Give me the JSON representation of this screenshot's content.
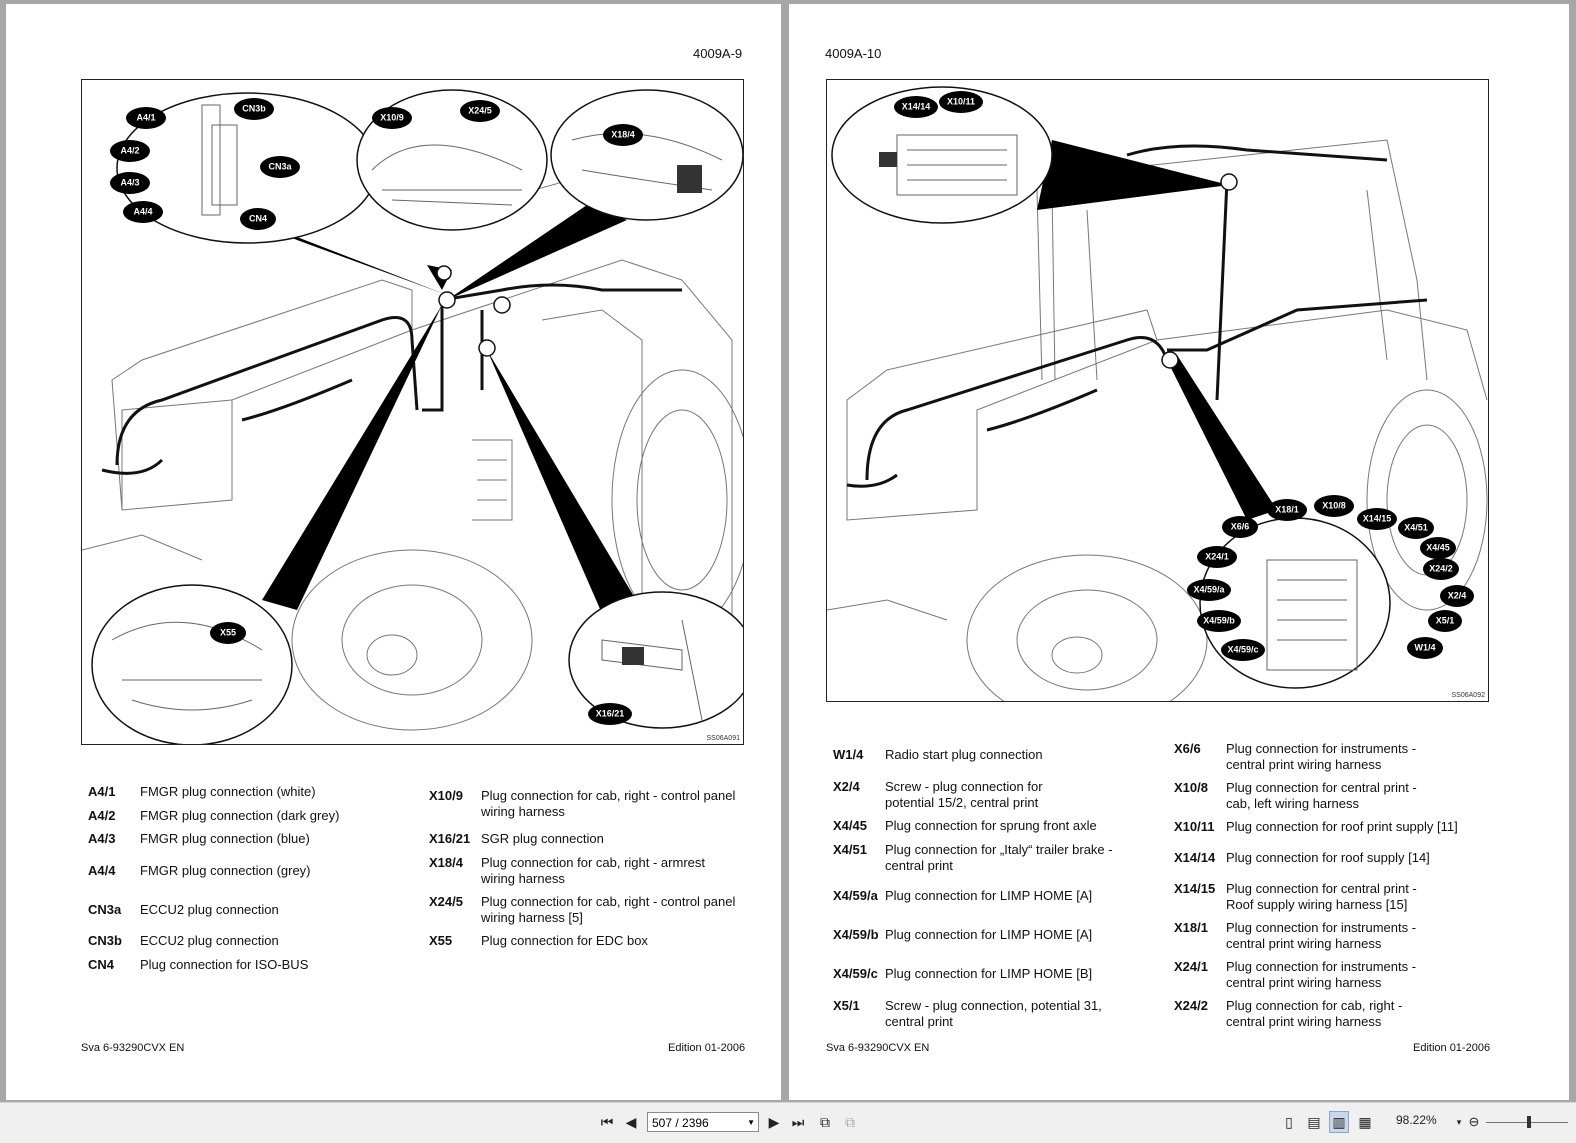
{
  "left_page": {
    "page_number": "4009A-9",
    "figure_code": "SS06A091",
    "callouts": [
      "A4/1",
      "A4/2",
      "A4/3",
      "A4/4",
      "CN3b",
      "CN3a",
      "CN4",
      "X10/9",
      "X24/5",
      "X18/4",
      "X55",
      "X16/21"
    ],
    "legend_left": [
      {
        "code": "A4/1",
        "desc": "FMGR plug connection (white)"
      },
      {
        "code": "A4/2",
        "desc": "FMGR plug connection (dark grey)"
      },
      {
        "code": "A4/3",
        "desc": "FMGR plug connection (blue)"
      },
      {
        "code": "A4/4",
        "desc": "FMGR plug connection (grey)"
      },
      {
        "code": "CN3a",
        "desc": "ECCU2 plug connection"
      },
      {
        "code": "CN3b",
        "desc": "ECCU2 plug connection"
      },
      {
        "code": "CN4",
        "desc": "Plug connection for ISO-BUS"
      }
    ],
    "legend_right": [
      {
        "code": "X10/9",
        "desc": "Plug connection for cab, right - control panel\nwiring harness"
      },
      {
        "code": "X16/21",
        "desc": "SGR plug connection"
      },
      {
        "code": "X18/4",
        "desc": "Plug connection for cab, right - armrest\nwiring harness"
      },
      {
        "code": "X24/5",
        "desc": "Plug connection for cab, right - control panel\nwiring harness [5]"
      },
      {
        "code": "X55",
        "desc": "Plug connection for EDC box"
      }
    ],
    "footer_left": "Sva 6-93290CVX EN",
    "footer_right": "Edition 01-2006"
  },
  "right_page": {
    "page_number": "4009A-10",
    "figure_code": "SS06A092",
    "callouts": [
      "X14/14",
      "X10/11",
      "X18/1",
      "X10/8",
      "X6/6",
      "X14/15",
      "X4/51",
      "X24/1",
      "X4/45",
      "X24/2",
      "X4/59/a",
      "X2/4",
      "X4/59/b",
      "X5/1",
      "X4/59/c",
      "W1/4"
    ],
    "legend_left": [
      {
        "code": "W1/4",
        "desc": "Radio start plug connection"
      },
      {
        "code": "X2/4",
        "desc": "Screw - plug connection for\npotential 15/2, central print"
      },
      {
        "code": "X4/45",
        "desc": "Plug connection for sprung front axle"
      },
      {
        "code": "X4/51",
        "desc": "Plug connection for „Italy“ trailer brake -\ncentral print"
      },
      {
        "code": "X4/59/a",
        "desc": "Plug connection for LIMP HOME [A]"
      },
      {
        "code": "X4/59/b",
        "desc": "Plug connection for LIMP HOME [A]"
      },
      {
        "code": "X4/59/c",
        "desc": "Plug connection for LIMP HOME [B]"
      },
      {
        "code": "X5/1",
        "desc": "Screw - plug connection, potential 31,\ncentral print"
      }
    ],
    "legend_right": [
      {
        "code": "X6/6",
        "desc": "Plug connection for instruments -\ncentral print wiring harness"
      },
      {
        "code": "X10/8",
        "desc": "Plug connection for central print -\ncab, left wiring harness"
      },
      {
        "code": "X10/11",
        "desc": "Plug connection for roof print supply [11]"
      },
      {
        "code": "X14/14",
        "desc": "Plug connection for roof supply [14]"
      },
      {
        "code": "X14/15",
        "desc": "Plug connection for central print -\nRoof supply wiring harness [15]"
      },
      {
        "code": "X18/1",
        "desc": "Plug connection for instruments -\ncentral print wiring harness"
      },
      {
        "code": "X24/1",
        "desc": "Plug connection for instruments -\ncentral print wiring harness"
      },
      {
        "code": "X24/2",
        "desc": "Plug connection for cab, right -\ncentral print wiring harness"
      }
    ],
    "footer_left": "Sva 6-93290CVX EN",
    "footer_right": "Edition 01-2006"
  },
  "toolbar": {
    "page_field": "507 / 2396",
    "zoom": "98.22%"
  }
}
